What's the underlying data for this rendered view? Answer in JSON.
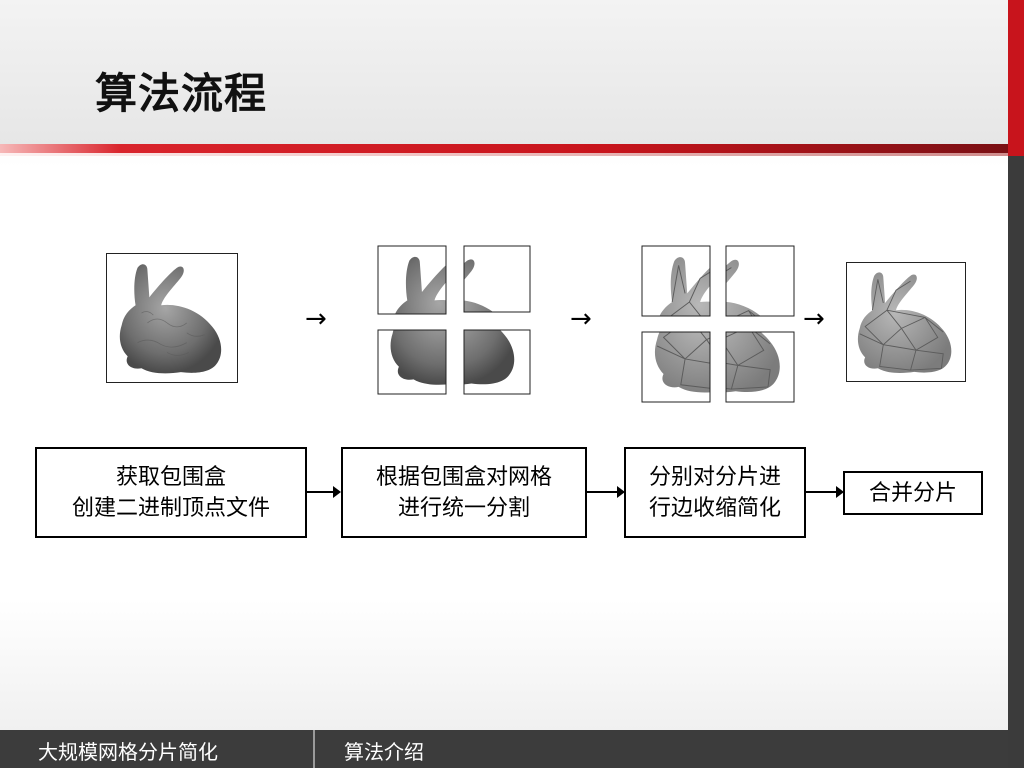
{
  "slide": {
    "title": "算法流程"
  },
  "footer": {
    "left": "大规模网格分片简化",
    "right": "算法介绍"
  },
  "images": [
    {
      "name": "original-bunny"
    },
    {
      "name": "split-bunny-quadrants"
    },
    {
      "name": "simplified-bunny-quadrants"
    },
    {
      "name": "merged-bunny"
    }
  ],
  "arrows": {
    "glyph": "→"
  },
  "steps": [
    {
      "line1": "获取包围盒",
      "line2": "创建二进制顶点文件"
    },
    {
      "line1": "根据包围盒对网格",
      "line2": "进行统一分割"
    },
    {
      "line1": "分别对分片进",
      "line2": "行边收缩简化"
    },
    {
      "line1": "合并分片"
    }
  ],
  "colors": {
    "accent": "#c8141c",
    "footer_bg": "#3c3c3c",
    "bunny_dense": "#7e7e7e",
    "bunny_mesh": "#9a9a9a"
  }
}
